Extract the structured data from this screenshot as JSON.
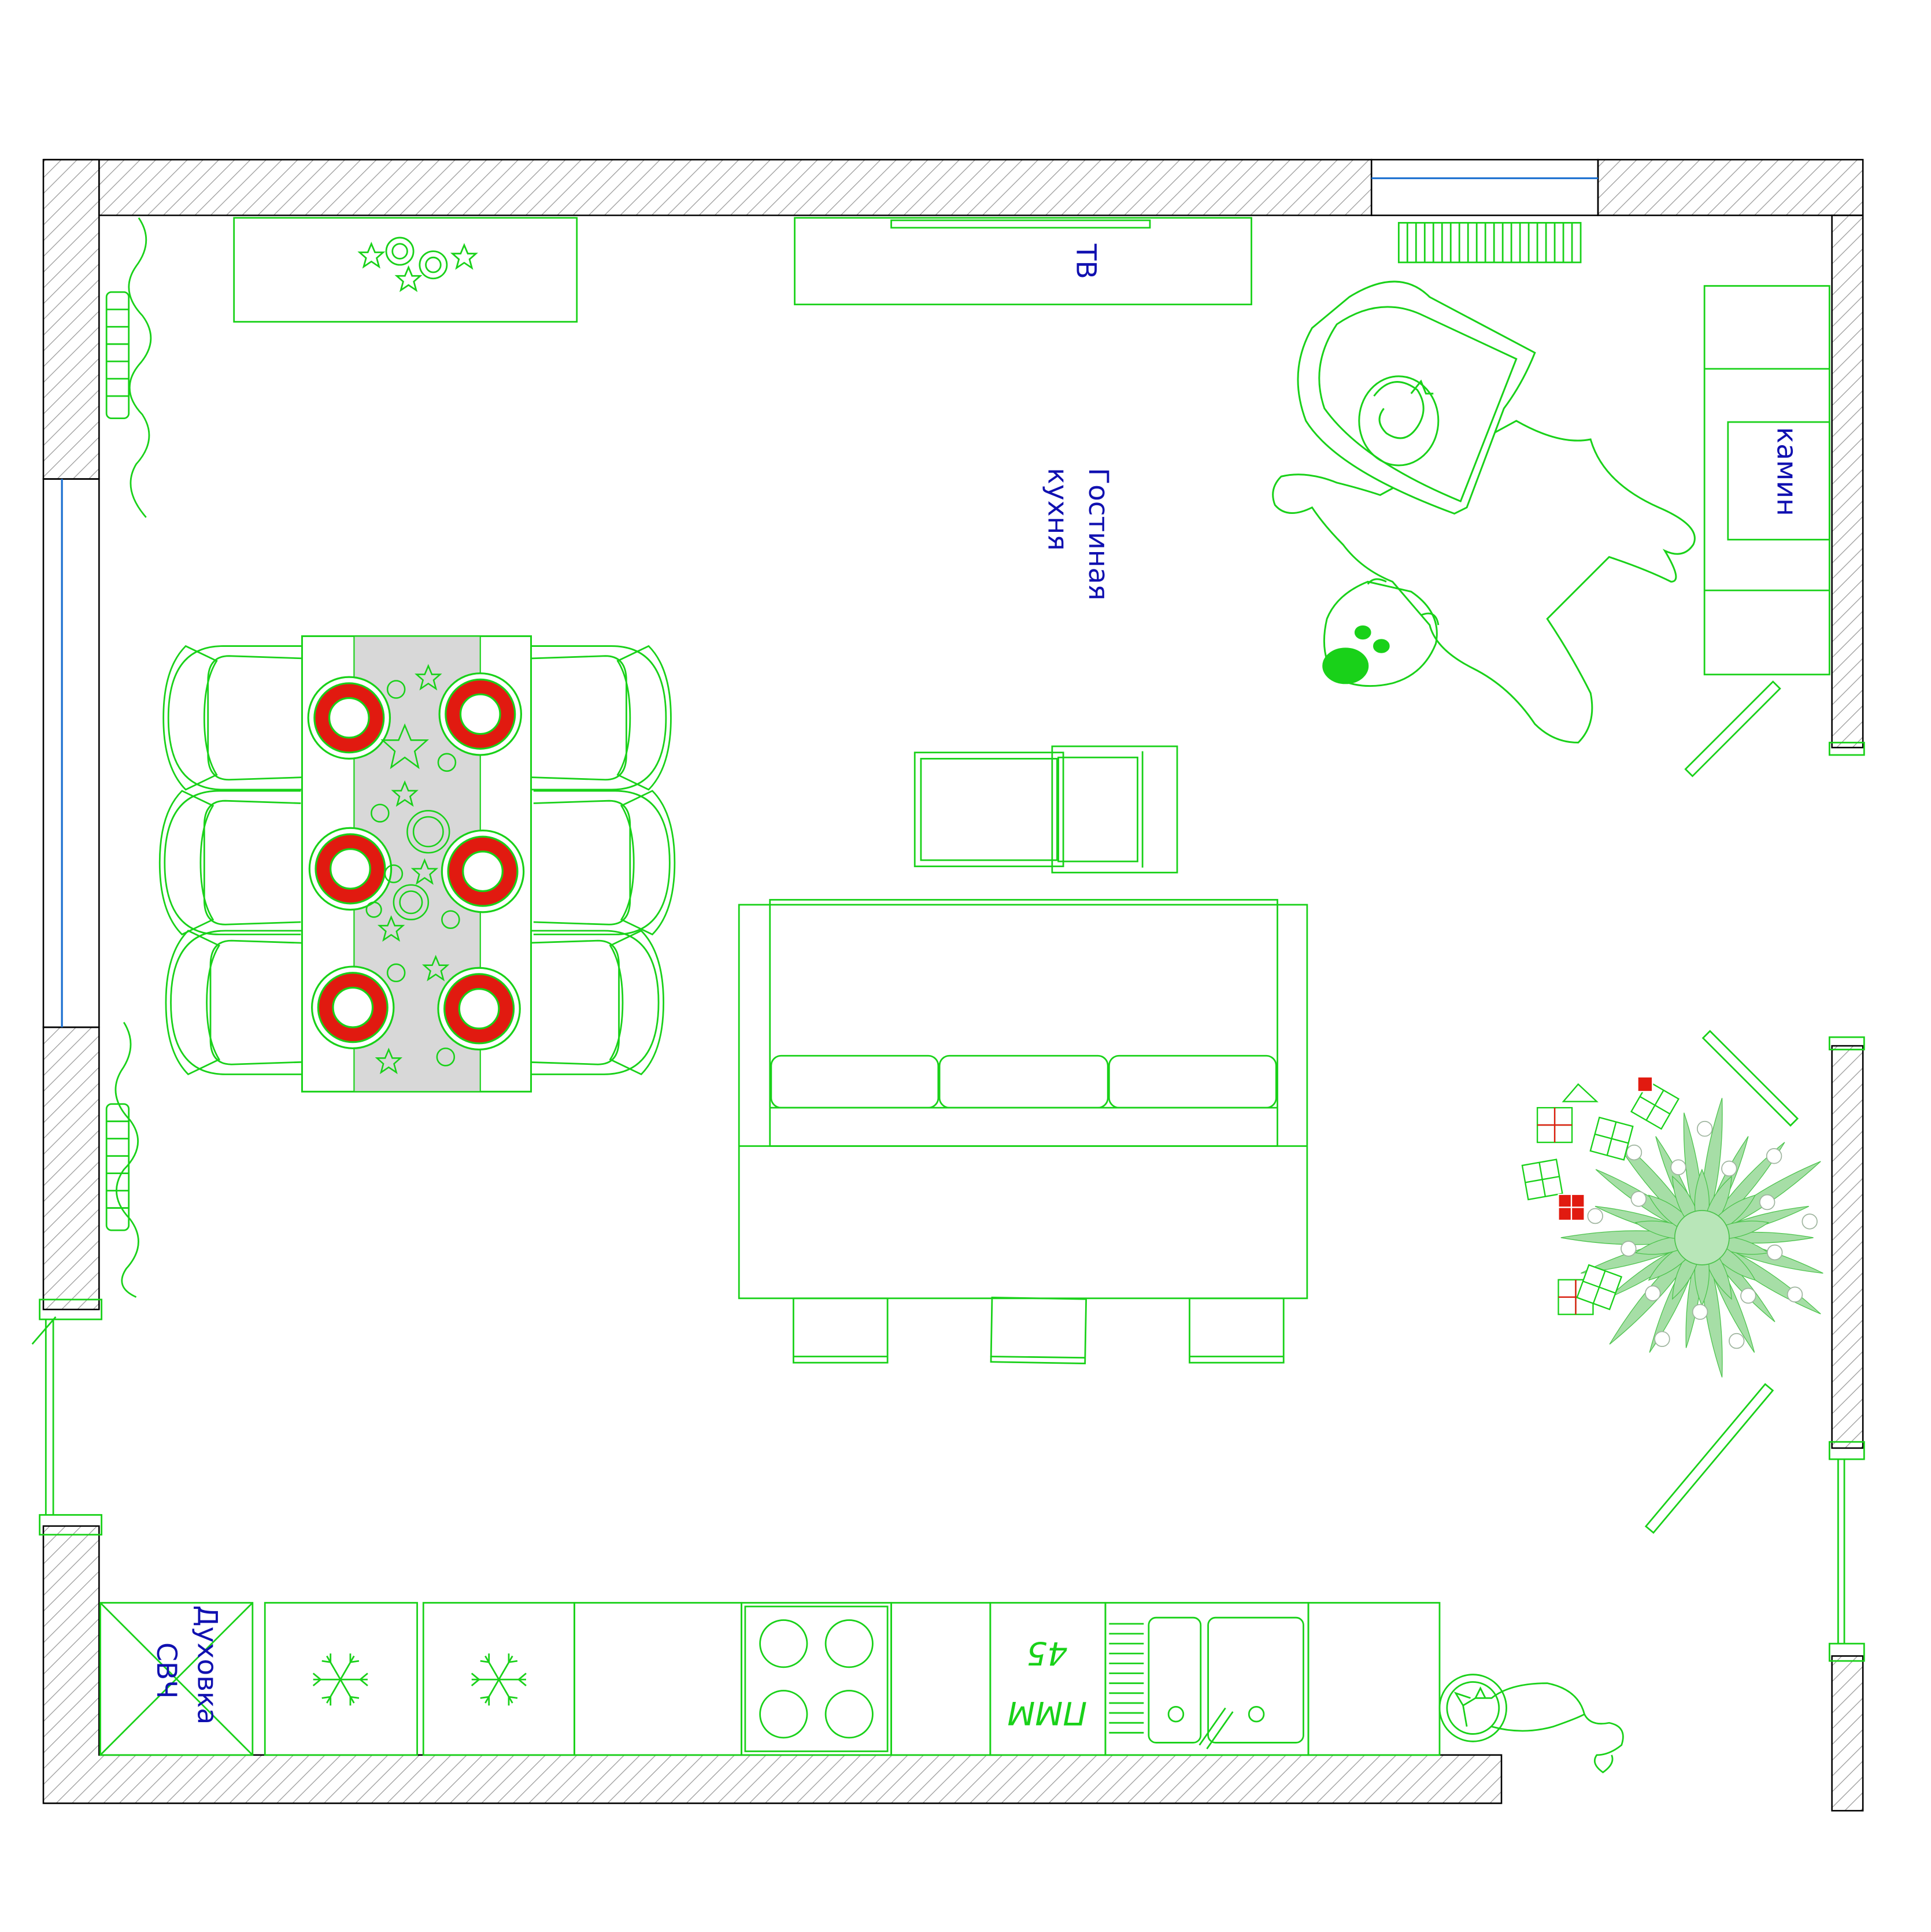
{
  "labels": {
    "room": "Гостиная\nкухня",
    "room_line1": "Гостиная",
    "room_line2": "кухня",
    "tv": "ТВ",
    "fireplace": "камин",
    "oven_line1": "Духовка",
    "oven_line2": "СВЧ",
    "dishwasher_line1": "ПММ",
    "dishwasher_line2": "45"
  },
  "colors": {
    "furniture": "#19d119",
    "wall": "#000000",
    "hatch": "#9a9a9a",
    "glass": "#1a6fd0",
    "text": "#1010b0",
    "plate_red": "#e11a10",
    "runner": "#d8d8d8",
    "tree": "#9fdc9f",
    "gift_red": "#e11a10"
  },
  "icons": [
    "snowflake-icon",
    "star-icon",
    "cat-icon",
    "bear-rug-icon",
    "christmas-tree-icon",
    "gift-icon",
    "radiator-icon",
    "plant-icon"
  ]
}
